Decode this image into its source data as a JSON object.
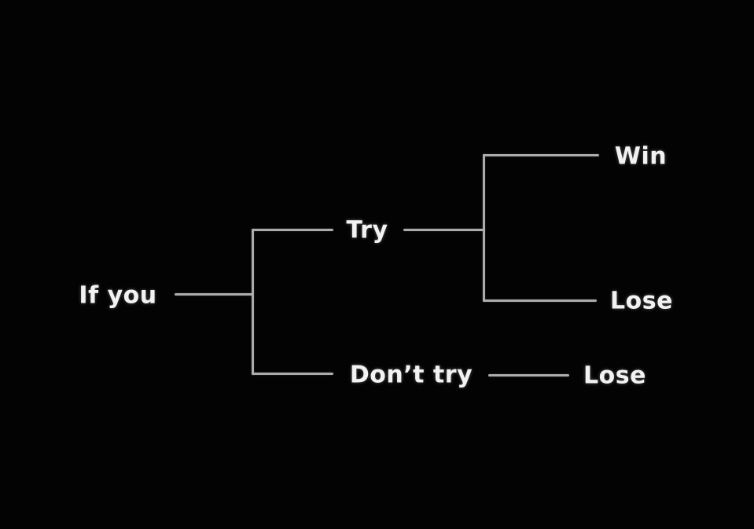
{
  "diagram": {
    "type": "decision-tree",
    "theme": {
      "background_color": "#030303",
      "text_color": "#f2f2f2",
      "line_color": "#ababab"
    },
    "root": {
      "label": "If you"
    },
    "branches": [
      {
        "label": "Try",
        "outcomes": [
          {
            "label": "Win"
          },
          {
            "label": "Lose"
          }
        ]
      },
      {
        "label": "Don’t try",
        "outcomes": [
          {
            "label": "Lose"
          }
        ]
      }
    ]
  }
}
